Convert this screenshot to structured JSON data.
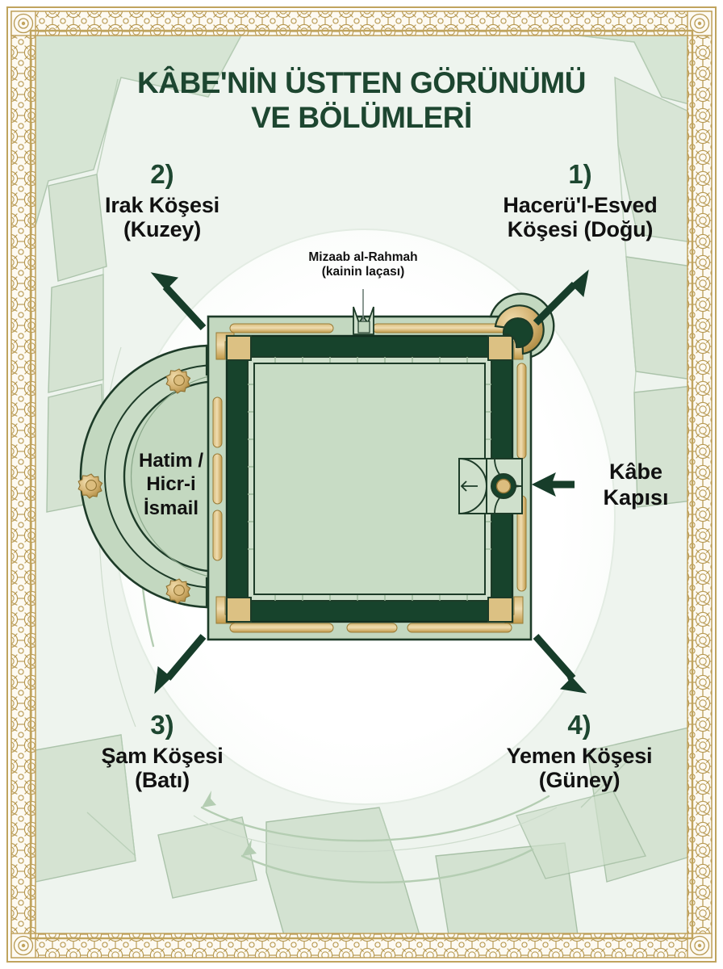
{
  "poster": {
    "title_line1": "KÂBE'NİN ÜSTTEN GÖRÜNÜMÜ",
    "title_line2": "VE BÖLÜMLERİ",
    "colors": {
      "dark_green": "#1d4a33",
      "wall_green": "#17432c",
      "title_green": "#1d4630",
      "light_green_fill": "#c3d8c0",
      "pale_green_fill": "#d6e6d3",
      "map_green": "#cfe0cc",
      "gold": "#c9a453",
      "gold_light": "#e4cc8e",
      "border_gold": "#bfa05a",
      "background": "#ffffff",
      "label_black": "#111111"
    }
  },
  "corners": [
    {
      "id": "hacerul-esved",
      "number": "1)",
      "name": "Hacerü'l-Esved",
      "direction": "Köşesi (Doğu)"
    },
    {
      "id": "irak",
      "number": "2)",
      "name": "Irak Köşesi",
      "direction": "(Kuzey)"
    },
    {
      "id": "sam",
      "number": "3)",
      "name": "Şam Köşesi",
      "direction": "(Batı)"
    },
    {
      "id": "yemen",
      "number": "4)",
      "name": "Yemen Köşesi",
      "direction": "(Güney)"
    }
  ],
  "annotations": {
    "mizaab_line1": "Mizaab al-Rahmah",
    "mizaab_line2": "(kainin laçası)",
    "hatim_line1": "Hatim /",
    "hatim_line2": "Hicr-i",
    "hatim_line3": "İsmail",
    "door_line1": "Kâbe",
    "door_line2": "Kapısı"
  }
}
